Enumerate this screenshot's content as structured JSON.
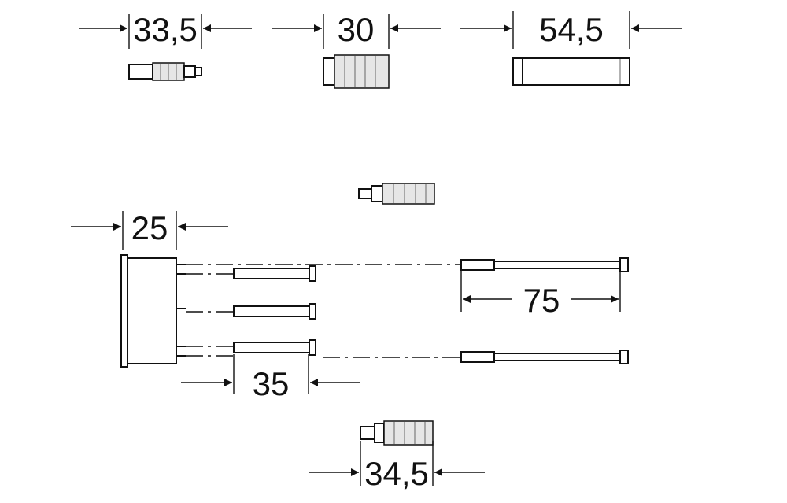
{
  "dimensions": {
    "top_left": "33,5",
    "top_middle": "30",
    "top_right": "54,5",
    "plate_width": "25",
    "short_rod": "35",
    "long_rod": "75",
    "bottom_extension": "34,5"
  }
}
